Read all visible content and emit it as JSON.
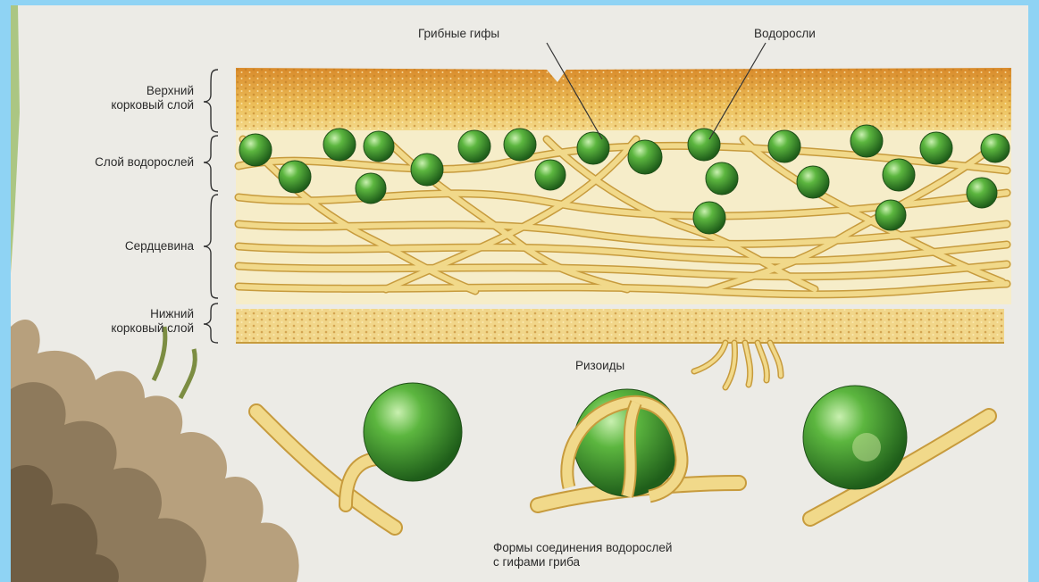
{
  "labels": {
    "fungal_hyphae": "Грибные гифы",
    "algae": "Водоросли",
    "upper_cortex": "Верхний\nкорковый слой",
    "algal_layer": "Слой водорослей",
    "medulla": "Сердцевина",
    "lower_cortex": "Нижний\nкорковый слой",
    "rhizoids": "Ризоиды",
    "connection_forms": "Формы соединения водорослей\nс гифами гриба"
  },
  "colors": {
    "background": "#ecebe6",
    "border": "#8fd3f4",
    "cortex": "#e8b24a",
    "hyphae": "#f1d98a",
    "hyphae_outline": "#c79b3d",
    "algae_cell": "#3e9a32"
  }
}
